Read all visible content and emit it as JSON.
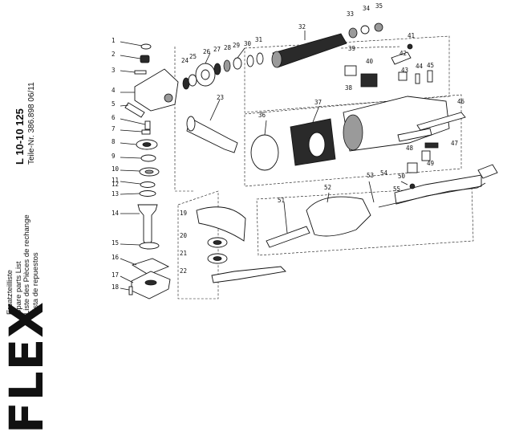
{
  "brand": "FLEX",
  "title_lines": [
    "Ersatzteilliste",
    "Spare parts List",
    "Liste des Pièces de rechange",
    "Lista de repuestos"
  ],
  "model": "L 10-10 125",
  "part_number_line": "Teile-Nr. 386.898  06/11",
  "callouts": [
    {
      "label": "1"
    },
    {
      "label": "2"
    },
    {
      "label": "3"
    },
    {
      "label": "4"
    },
    {
      "label": "5"
    },
    {
      "label": "6"
    },
    {
      "label": "7"
    },
    {
      "label": "8"
    },
    {
      "label": "9"
    },
    {
      "label": "10"
    },
    {
      "label": "11"
    },
    {
      "label": "12"
    },
    {
      "label": "13"
    },
    {
      "label": "14"
    },
    {
      "label": "15"
    },
    {
      "label": "16"
    },
    {
      "label": "17"
    },
    {
      "label": "18"
    },
    {
      "label": "19"
    },
    {
      "label": "20"
    },
    {
      "label": "21"
    },
    {
      "label": "22"
    },
    {
      "label": "23"
    },
    {
      "label": "24"
    },
    {
      "label": "25"
    },
    {
      "label": "26"
    },
    {
      "label": "27"
    },
    {
      "label": "28"
    },
    {
      "label": "29"
    },
    {
      "label": "30"
    },
    {
      "label": "31"
    },
    {
      "label": "32"
    },
    {
      "label": "33"
    },
    {
      "label": "34"
    },
    {
      "label": "35"
    },
    {
      "label": "36"
    },
    {
      "label": "37"
    },
    {
      "label": "38"
    },
    {
      "label": "39"
    },
    {
      "label": "40"
    },
    {
      "label": "41"
    },
    {
      "label": "42"
    },
    {
      "label": "43"
    },
    {
      "label": "44"
    },
    {
      "label": "45"
    },
    {
      "label": "46"
    },
    {
      "label": "47"
    },
    {
      "label": "48"
    },
    {
      "label": "49"
    },
    {
      "label": "50"
    },
    {
      "label": "51"
    },
    {
      "label": "52"
    },
    {
      "label": "53"
    },
    {
      "label": "54"
    },
    {
      "label": "55"
    }
  ]
}
